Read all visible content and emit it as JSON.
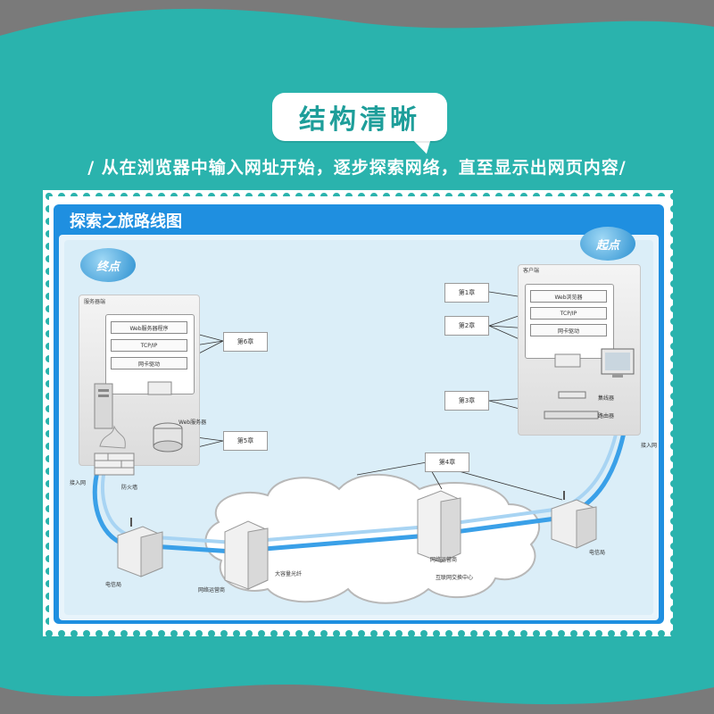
{
  "header": {
    "badge": "结构清晰",
    "subtitle": "/ 从在浏览器中输入网址开始，逐步探索网络，直至显示出网页内容/"
  },
  "map": {
    "title": "探索之旅路线图",
    "start_bubble": "终点",
    "end_bubble": "起点"
  },
  "server_side": {
    "panel_tag": "服务器端",
    "layers": [
      "Web服务器程序",
      "TCP/IP",
      "网卡驱动"
    ],
    "db_label": "Web服务器",
    "firewall_label": "防火墙",
    "access_label": "接入网"
  },
  "client_side": {
    "panel_tag": "客户端",
    "layers": [
      "Web浏览器",
      "TCP/IP",
      "网卡驱动"
    ],
    "hub_label": "集线器",
    "router_label": "路由器",
    "access_label": "接入网"
  },
  "chapters": {
    "ch1": "第1章",
    "ch2": "第2章",
    "ch3": "第3章",
    "ch4": "第4章",
    "ch5": "第5章",
    "ch6": "第6章"
  },
  "nodes": {
    "telecom_left": "电信局",
    "telecom_right": "电信局",
    "isp_left": "网络运营商",
    "isp_center": "网络运营商",
    "ix": "互联网交换中心",
    "ix_center": "大容量光纤"
  },
  "colors": {
    "teal": "#2ab3ad",
    "frame_blue": "#1f8fe0",
    "route_blue": "#3aa0e8"
  }
}
